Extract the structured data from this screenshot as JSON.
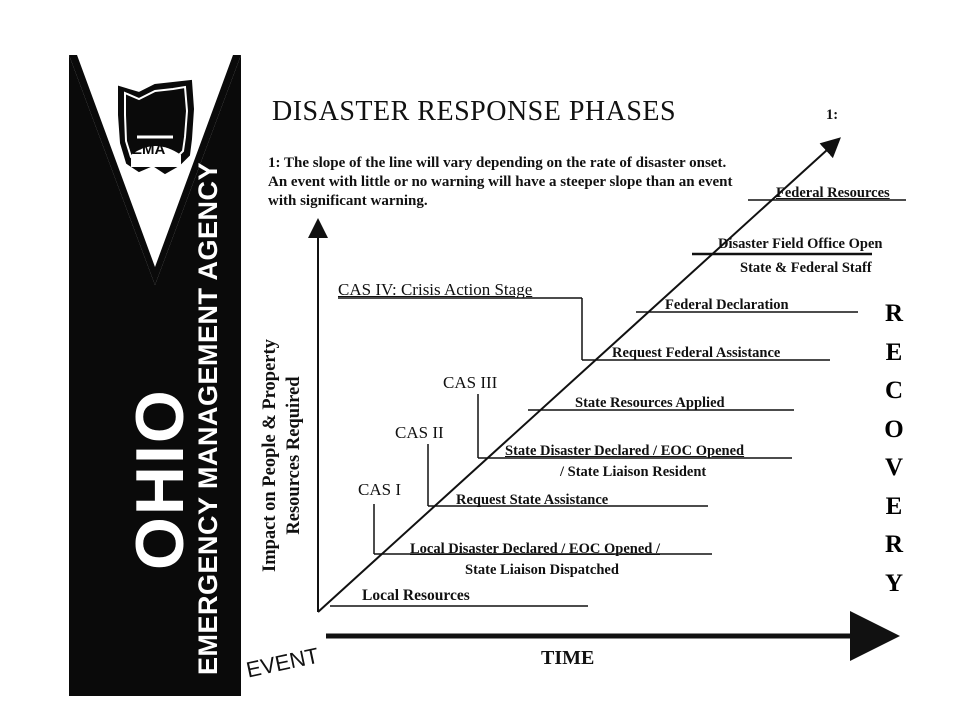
{
  "title": "DISASTER RESPONSE PHASES",
  "footnote_marker": "1:",
  "note": "1: The slope of the line will vary depending on the rate of disaster onset. An event with little or no warning will have a steeper slope than an event with significant warning.",
  "side_banner": {
    "logo_text": "EMA",
    "state": "OHIO",
    "agency": "EMERGENCY MANAGEMENT AGENCY"
  },
  "axes": {
    "y_label_line1": "Impact on People & Property",
    "y_label_line2": "Resources Required",
    "x_label": "TIME",
    "origin_label": "EVENT"
  },
  "cas_stages": [
    {
      "label": "CAS I"
    },
    {
      "label": "CAS II"
    },
    {
      "label": "CAS III"
    },
    {
      "label": "CAS IV: Crisis Action Stage"
    }
  ],
  "steps": [
    {
      "line1": "Local Resources"
    },
    {
      "line1": "Local Disaster Declared / EOC Opened /",
      "line2": "State Liaison Dispatched"
    },
    {
      "line1": "Request State Assistance"
    },
    {
      "line1": "State Disaster Declared / EOC Opened",
      "line2": "/ State Liaison Resident"
    },
    {
      "line1": "State Resources Applied"
    },
    {
      "line1": "Request Federal Assistance"
    },
    {
      "line1": "Federal Declaration"
    },
    {
      "line1": "Disaster Field Office Open",
      "line2": "State & Federal Staff"
    },
    {
      "line1": "Federal Resources"
    }
  ],
  "recovery_letters": [
    "R",
    "E",
    "C",
    "O",
    "V",
    "E",
    "R",
    "Y"
  ]
}
